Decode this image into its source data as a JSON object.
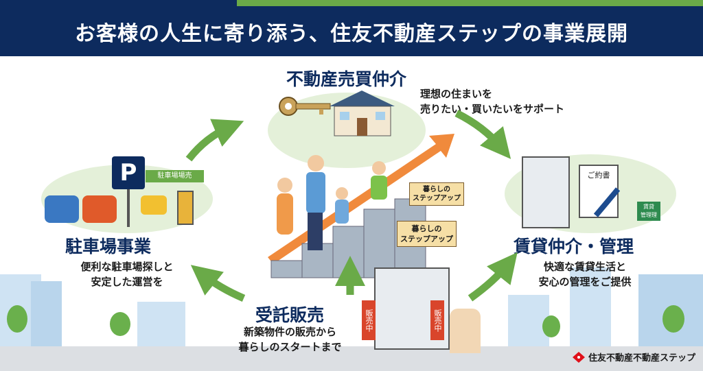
{
  "header": {
    "title": "お客様の人生に寄り添う、住友不動産ステップの事業展開"
  },
  "sections": {
    "brokerage": {
      "title": "不動産売買仲介",
      "desc": [
        "理想の住まいを",
        "売りたい・買いたいをサポート"
      ]
    },
    "parking": {
      "title": "駐車場事業",
      "desc": [
        "便利な駐車場探しと",
        "安定した運営を"
      ],
      "sign_p": "P",
      "sign_lot": "駐車場場売"
    },
    "rental": {
      "title": "賃貸仲介・管理",
      "desc": [
        "快適な賃貸生活と",
        "安心の管理をご提供"
      ],
      "contract": "ご約書",
      "sign": [
        "賃貸",
        "管理理"
      ]
    },
    "consignment": {
      "title": "受託販売",
      "desc": [
        "新築物件の販売から",
        "暮らしのスタートまで"
      ],
      "banner": "販売中"
    }
  },
  "center": {
    "signs": [
      [
        "暮らしの",
        "ステップアップ"
      ],
      [
        "暮らしの",
        "ステップアップ"
      ]
    ]
  },
  "logo": {
    "text": "住友不動産不動産ステップ"
  },
  "colors": {
    "navy": "#0d2b5e",
    "green": "#6aaa48",
    "orange": "#f08a3c",
    "logo_red": "#e0101a"
  }
}
